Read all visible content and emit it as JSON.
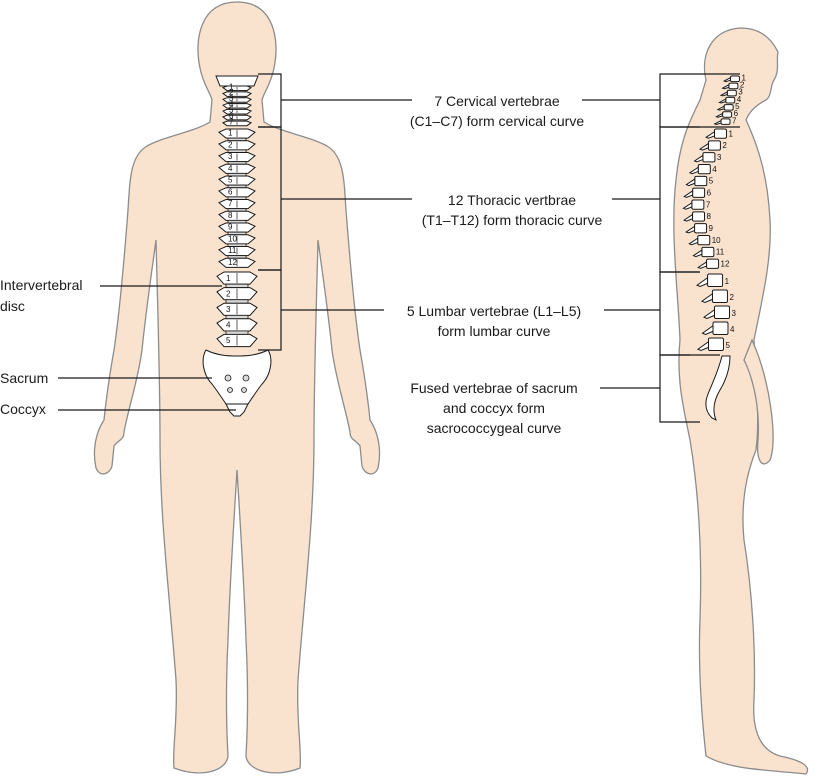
{
  "labels": {
    "intervertebral_disc": [
      "Intervertebral",
      "disc"
    ],
    "sacrum": "Sacrum",
    "coccyx": "Coccyx",
    "cervical": [
      "7 Cervical vertebrae",
      "(C1–C7) form cervical curve"
    ],
    "thoracic": [
      "12 Thoracic vertbrae",
      "(T1–T12) form thoracic curve"
    ],
    "lumbar": [
      "5 Lumbar vertebrae (L1–L5)",
      "form lumbar curve"
    ],
    "sacral": [
      "Fused vertebrae of sacrum",
      "and coccyx form",
      "sacrococcygeal curve"
    ]
  },
  "vertebrae": {
    "cervical": [
      "1",
      "2",
      "3",
      "4",
      "5",
      "6",
      "7"
    ],
    "thoracic": [
      "1",
      "2",
      "3",
      "4",
      "5",
      "6",
      "7",
      "8",
      "9",
      "10",
      "11",
      "12"
    ],
    "lumbar": [
      "1",
      "2",
      "3",
      "4",
      "5"
    ]
  },
  "colors": {
    "skin": "#f9e3cf",
    "outline": "#8c8c8c",
    "bone": "#ffffff",
    "ink": "#1a1a1a"
  }
}
